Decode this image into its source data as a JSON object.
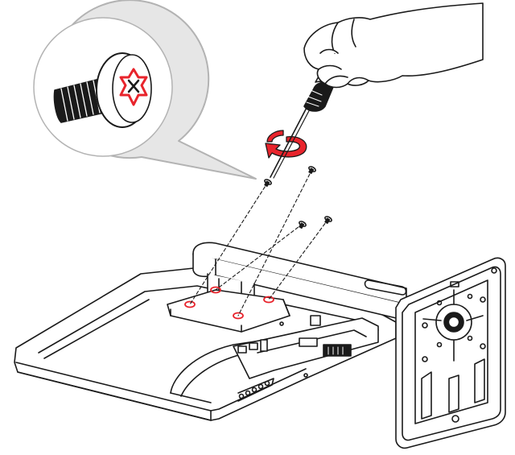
{
  "figure": {
    "kind": "assembly-instruction",
    "step": "remove-stand-screws",
    "screw_count": 4,
    "rotation": "counterclockwise",
    "colors": {
      "line": "#1a1a1a",
      "accent": "#e8242c",
      "callout_fill": "#e6e6e6",
      "callout_stroke": "#b3b3b3",
      "panel_fill": "#ffffff"
    },
    "icons": [
      "hand-icon",
      "screwdriver-icon",
      "screw-icon",
      "rotation-arrow-icon"
    ]
  }
}
